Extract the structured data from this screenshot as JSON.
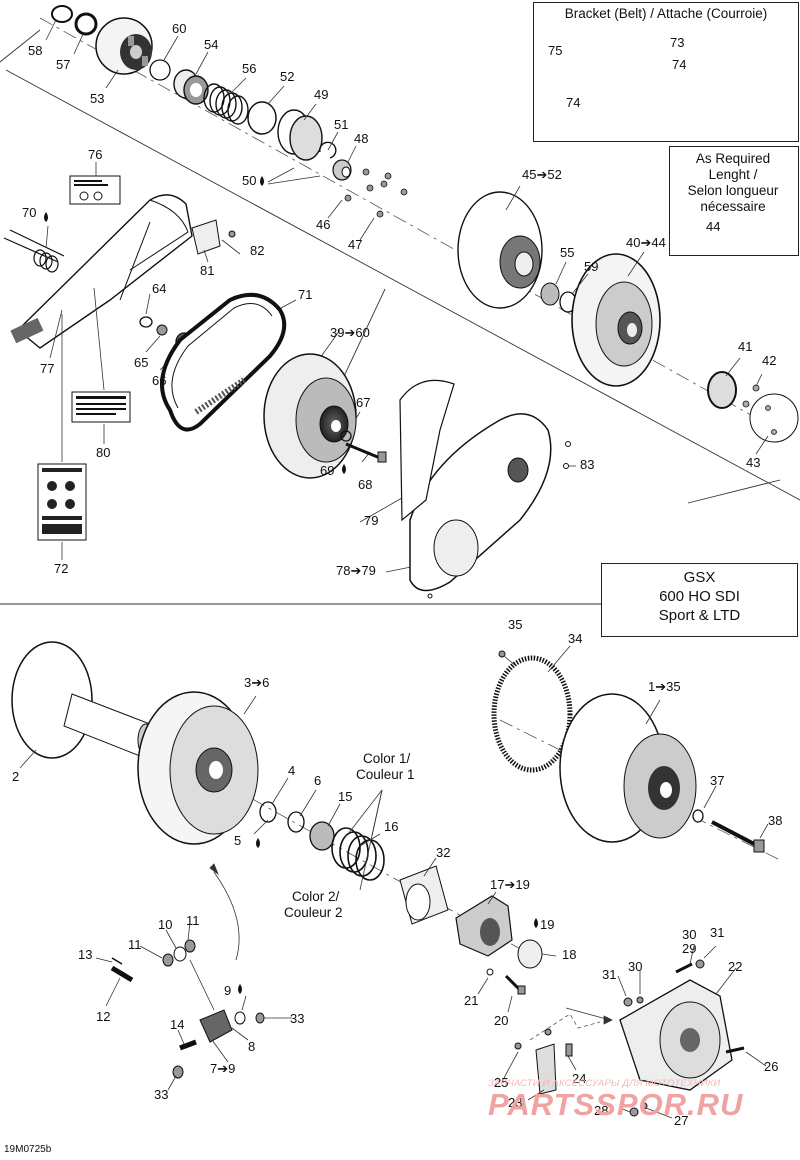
{
  "inset_bracket": {
    "title": "Bracket (Belt) / Attache (Courroie)"
  },
  "inset_required": {
    "line1": "As Required",
    "line2": "Lenght /",
    "line3": "Selon longueur",
    "line4": "nécessaire"
  },
  "model_box": {
    "line1": "GSX",
    "line2": "600 HO SDI",
    "line3": "Sport & LTD"
  },
  "color_labels": {
    "color1_a": "Color 1/",
    "color1_b": "Couleur 1",
    "color2_a": "Color 2/",
    "color2_b": "Couleur 2"
  },
  "doc_code": "19M0725b",
  "watermark": {
    "sub": "ЗАПЧАСТИ И АКСЕССУАРЫ ДЛЯ МОТОТЕХНИКИ",
    "main": "PARTSSPOR.RU"
  },
  "callouts": {
    "c58": "58",
    "c57": "57",
    "c53": "53",
    "c60": "60",
    "c54": "54",
    "c56": "56",
    "c52": "52",
    "c49": "49",
    "c51": "51",
    "c48": "48",
    "c50": "50",
    "c46": "46",
    "c47": "47",
    "c75": "75",
    "c73": "73",
    "c74a": "74",
    "c74b": "74",
    "c76": "76",
    "c70": "70",
    "c82": "82",
    "c81": "81",
    "c77": "77",
    "c64": "64",
    "c65": "65",
    "c66": "66",
    "c80": "80",
    "c72": "72",
    "c71": "71",
    "c39_60": "39➔60",
    "c67": "67",
    "c69": "69",
    "c68": "68",
    "c45_52": "45➔52",
    "c55": "55",
    "c59": "59",
    "c40_44": "40➔44",
    "c44": "44",
    "c41": "41",
    "c42": "42",
    "c43": "43",
    "c83": "83",
    "c79": "79",
    "c78_79": "78➔79",
    "c35": "35",
    "c34": "34",
    "c1_35": "1➔35",
    "c37": "37",
    "c38": "38",
    "c2": "2",
    "c3_6": "3➔6",
    "c4": "4",
    "c6": "6",
    "c5": "5",
    "c15": "15",
    "c16": "16",
    "c32": "32",
    "c17_19": "17➔19",
    "c19": "19",
    "c18": "18",
    "c21": "21",
    "c20": "20",
    "c10": "10",
    "c11a": "11",
    "c11b": "11",
    "c13": "13",
    "c12": "12",
    "c9": "9",
    "c33a": "33",
    "c14": "14",
    "c8": "8",
    "c7_9": "7➔9",
    "c33b": "33",
    "c29": "29",
    "c30a": "30",
    "c31a": "31",
    "c31b": "31",
    "c30b": "30",
    "c22": "22",
    "c24": "24",
    "c25": "25",
    "c23": "23",
    "c26": "26",
    "c28": "28",
    "c27": "27"
  }
}
